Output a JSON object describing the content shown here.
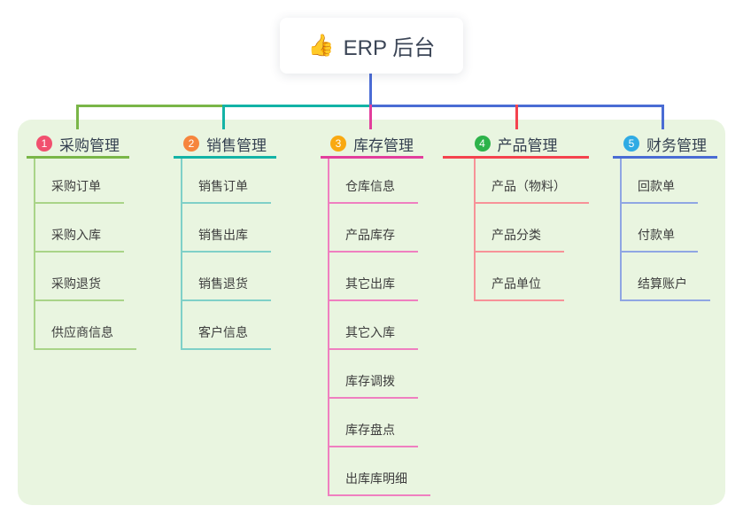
{
  "root": {
    "icon": "👍",
    "icon_name": "thumbs-up-icon",
    "title": "ERP 后台"
  },
  "colors": {
    "canvas_bg": "#ffffff",
    "panel_bg": "#e9f5e0",
    "root_stem": "#4b6cd6",
    "root_text": "#3b4556",
    "header_text": "#333f4f",
    "child_text": "#3d3d3d"
  },
  "branches": [
    {
      "badge": "1",
      "badge_color": "#f1506e",
      "line_color": "#7ab648",
      "child_line_color": "#a9d488",
      "label": "采购管理",
      "children": [
        "采购订单",
        "采购入库",
        "采购退货",
        "供应商信息"
      ]
    },
    {
      "badge": "2",
      "badge_color": "#f6853d",
      "line_color": "#13b3a6",
      "child_line_color": "#7fd0c8",
      "label": "销售管理",
      "children": [
        "销售订单",
        "销售出库",
        "销售退货",
        "客户信息"
      ]
    },
    {
      "badge": "3",
      "badge_color": "#f9a911",
      "line_color": "#e23e9c",
      "child_line_color": "#ef7fc0",
      "label": "库存管理",
      "children": [
        "仓库信息",
        "产品库存",
        "其它出库",
        "其它入库",
        "库存调拨",
        "库存盘点",
        "出库库明细"
      ]
    },
    {
      "badge": "4",
      "badge_color": "#2db34a",
      "line_color": "#f4434e",
      "child_line_color": "#f79298",
      "label": "产品管理",
      "children": [
        "产品（物料）",
        "产品分类",
        "产品单位"
      ]
    },
    {
      "badge": "5",
      "badge_color": "#2fabe4",
      "line_color": "#4a6cd4",
      "child_line_color": "#8fa6e3",
      "label": "财务管理",
      "children": [
        "回款单",
        "付款单",
        "结算账户"
      ]
    }
  ]
}
